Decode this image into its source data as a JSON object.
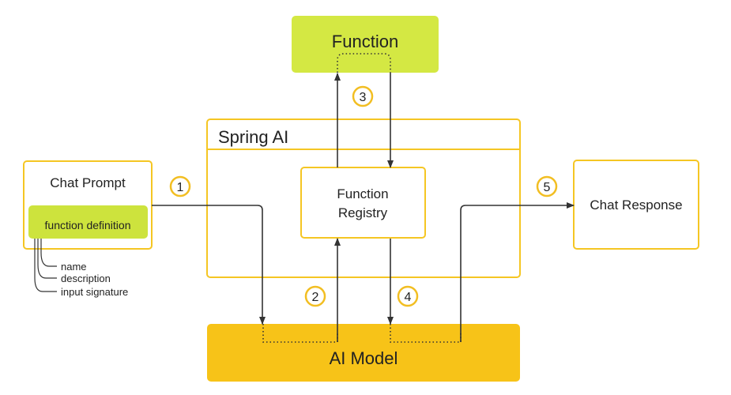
{
  "colors": {
    "outline": "#F5C623",
    "function_fill": "#D4E843",
    "model_fill": "#F7C318",
    "definition_fill": "#CDE33D",
    "arrow": "#333333",
    "step_badge": "#F2BE22"
  },
  "nodes": {
    "function": {
      "label": "Function"
    },
    "spring_ai": {
      "label": "Spring AI"
    },
    "function_registry": {
      "line1": "Function",
      "line2": "Registry"
    },
    "chat_prompt": {
      "label": "Chat Prompt"
    },
    "function_definition": {
      "label": "function definition"
    },
    "definition_fields": [
      "name",
      "description",
      "input signature"
    ],
    "chat_response": {
      "label": "Chat Response"
    },
    "ai_model": {
      "label": "AI Model"
    }
  },
  "steps": [
    "1",
    "2",
    "3",
    "4",
    "5"
  ]
}
